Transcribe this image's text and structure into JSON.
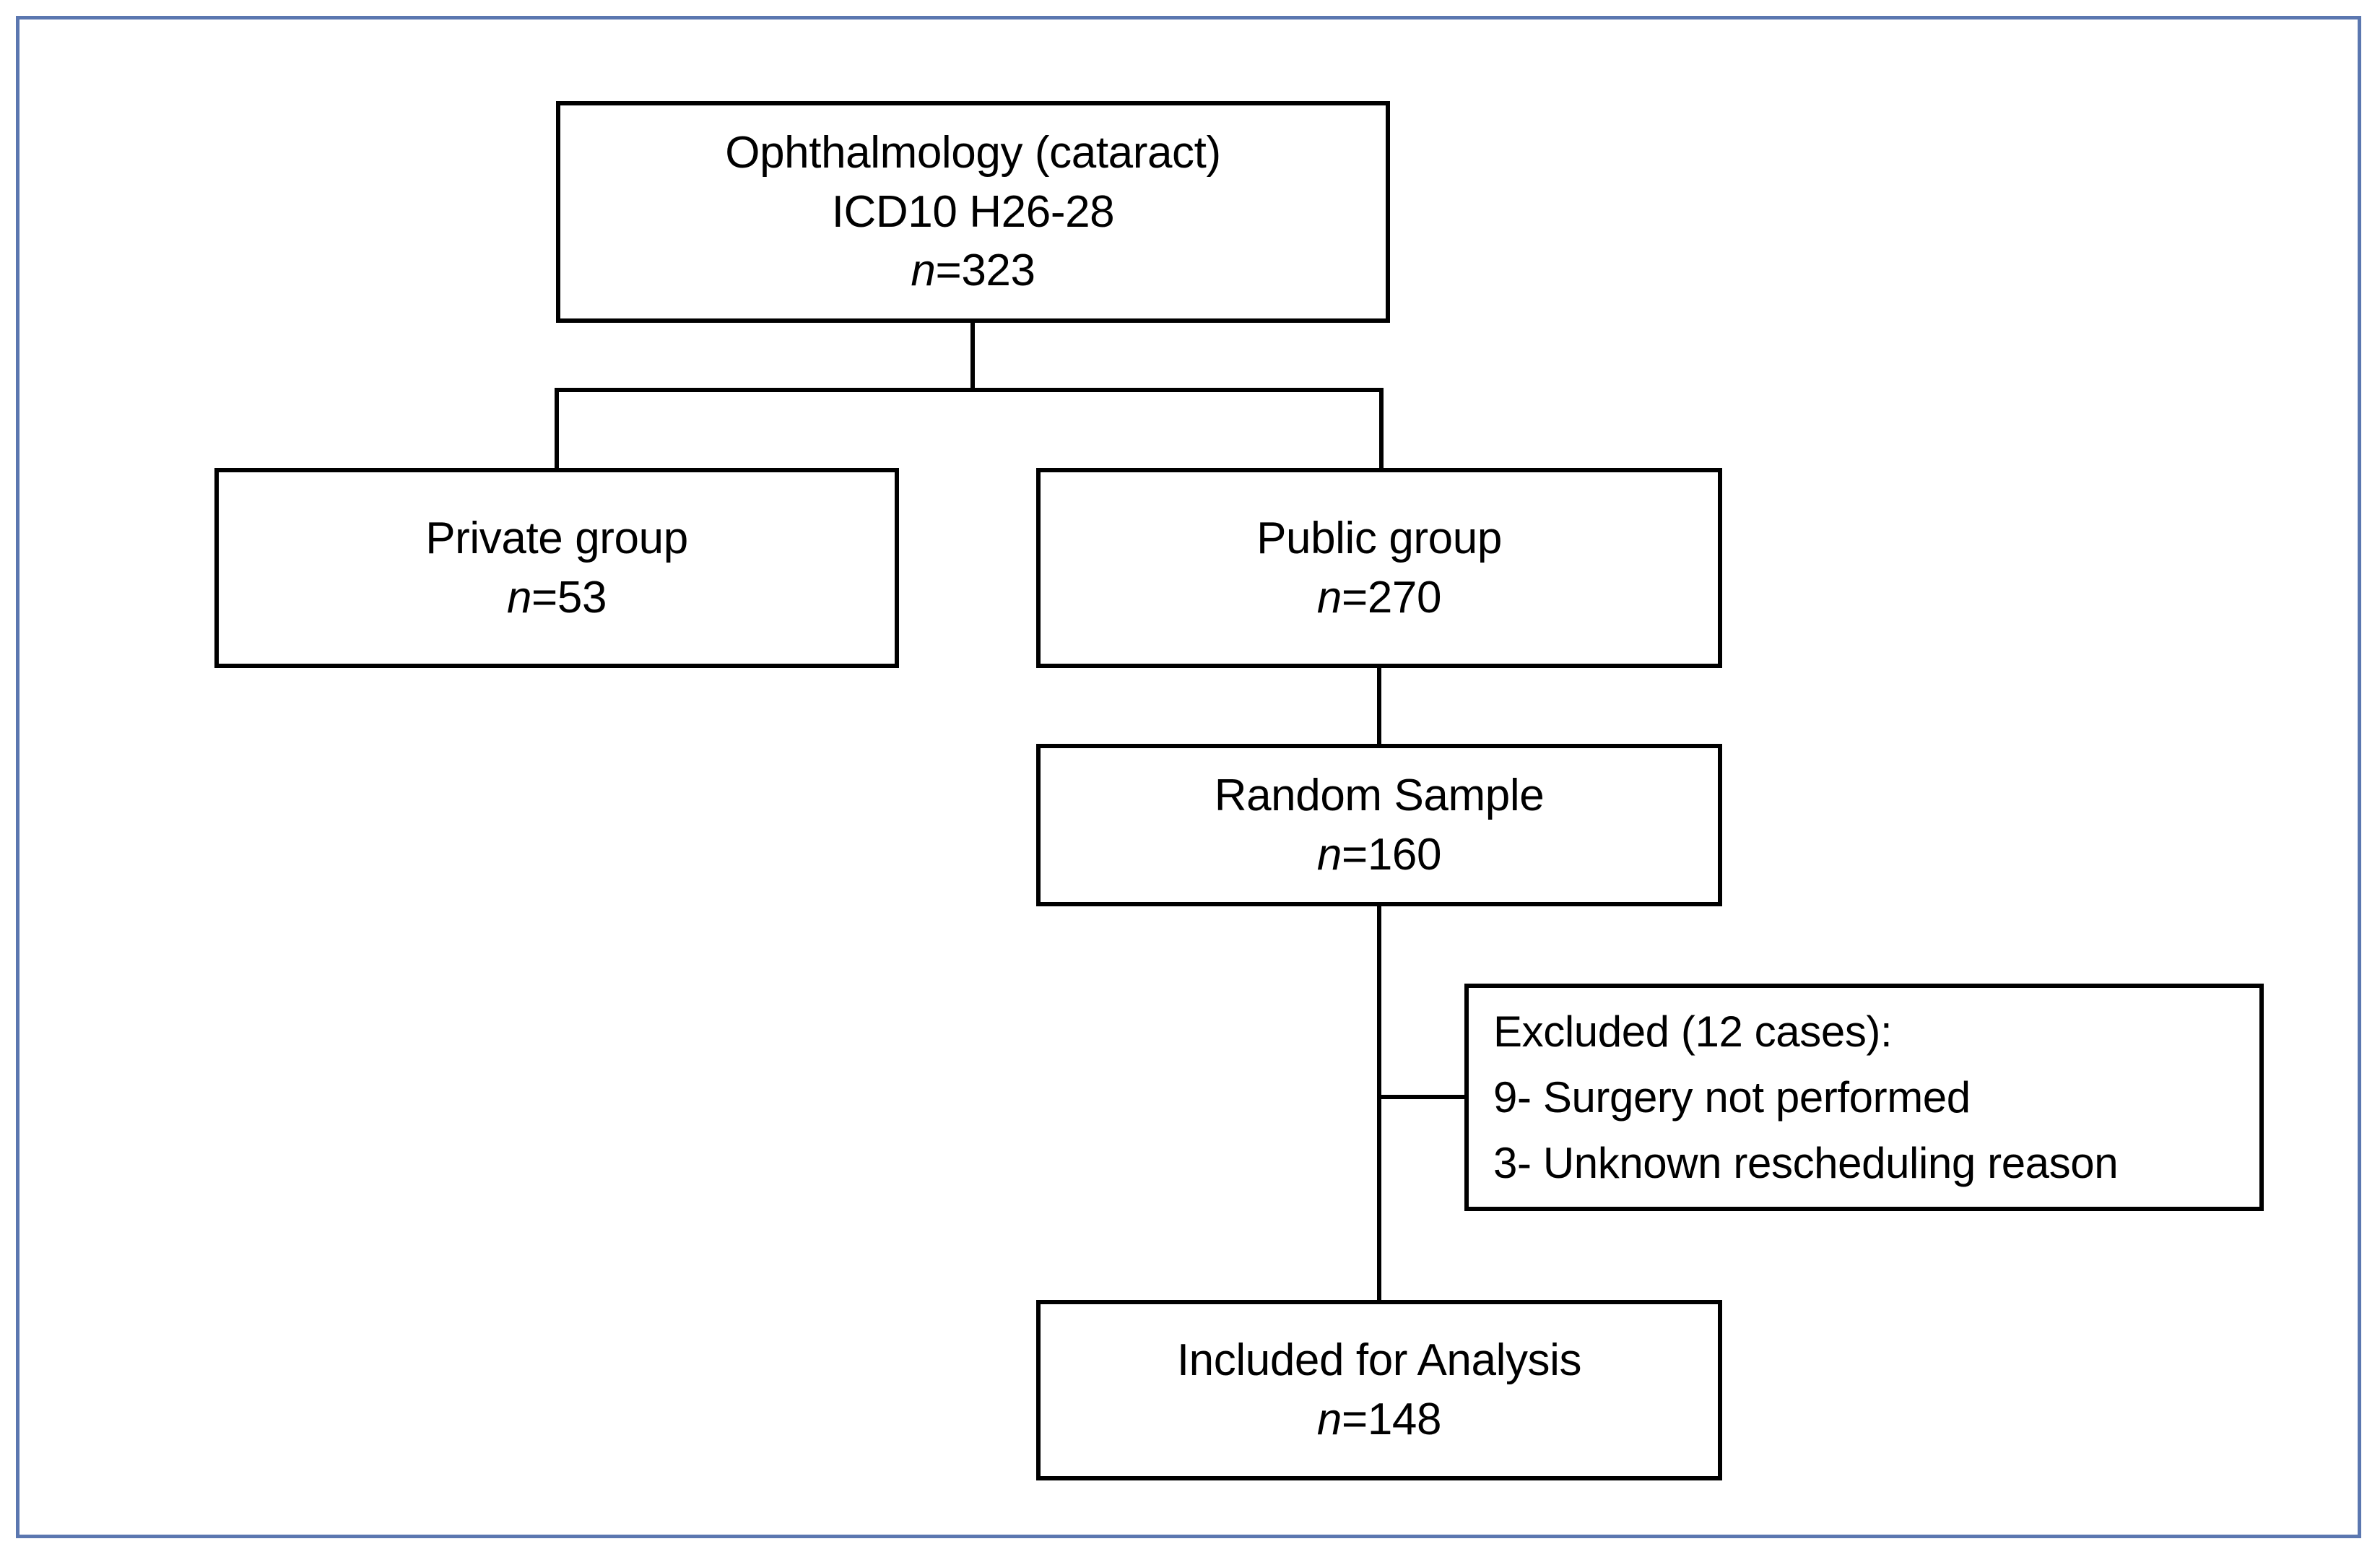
{
  "figure": {
    "type": "flowchart",
    "title": "Patient selection flow diagram",
    "frame_color": "#5B77B0",
    "node_border_color": "#000000",
    "background_color": "#ffffff"
  },
  "nodes": {
    "source": {
      "line1": "Ophthalmology (cataract)",
      "line2": "ICD10 H26-28",
      "n_label": "n",
      "n_eq": "=",
      "n_value": "323"
    },
    "private": {
      "line1": "Private group",
      "n_label": "n",
      "n_eq": "=",
      "n_value": "53"
    },
    "public": {
      "line1": "Public group",
      "n_label": "n",
      "n_eq": "=",
      "n_value": "270"
    },
    "random_sample": {
      "line1": "Random Sample",
      "n_label": "n",
      "n_eq": "=",
      "n_value": "160"
    },
    "excluded": {
      "line1": "Excluded (12 cases):",
      "line2": "9- Surgery not performed",
      "line3": "3- Unknown rescheduling reason"
    },
    "included": {
      "line1": "Included for Analysis",
      "n_label": "n",
      "n_eq": "=",
      "n_value": "148"
    }
  },
  "chart_data": {
    "type": "flowchart",
    "title": "Ophthalmology (cataract) patient selection",
    "nodes": [
      {
        "id": "source",
        "label": "Ophthalmology (cataract) ICD10 H26-28",
        "n": 323
      },
      {
        "id": "private",
        "label": "Private group",
        "n": 53
      },
      {
        "id": "public",
        "label": "Public group",
        "n": 270
      },
      {
        "id": "random_sample",
        "label": "Random Sample",
        "n": 160
      },
      {
        "id": "excluded",
        "label": "Excluded (12 cases)",
        "n": 12,
        "reasons": [
          {
            "count": 9,
            "reason": "Surgery not performed"
          },
          {
            "count": 3,
            "reason": "Unknown rescheduling reason"
          }
        ]
      },
      {
        "id": "included",
        "label": "Included for Analysis",
        "n": 148
      }
    ],
    "edges": [
      {
        "from": "source",
        "to": "private"
      },
      {
        "from": "source",
        "to": "public"
      },
      {
        "from": "public",
        "to": "random_sample"
      },
      {
        "from": "random_sample",
        "to": "excluded"
      },
      {
        "from": "random_sample",
        "to": "included"
      }
    ]
  }
}
